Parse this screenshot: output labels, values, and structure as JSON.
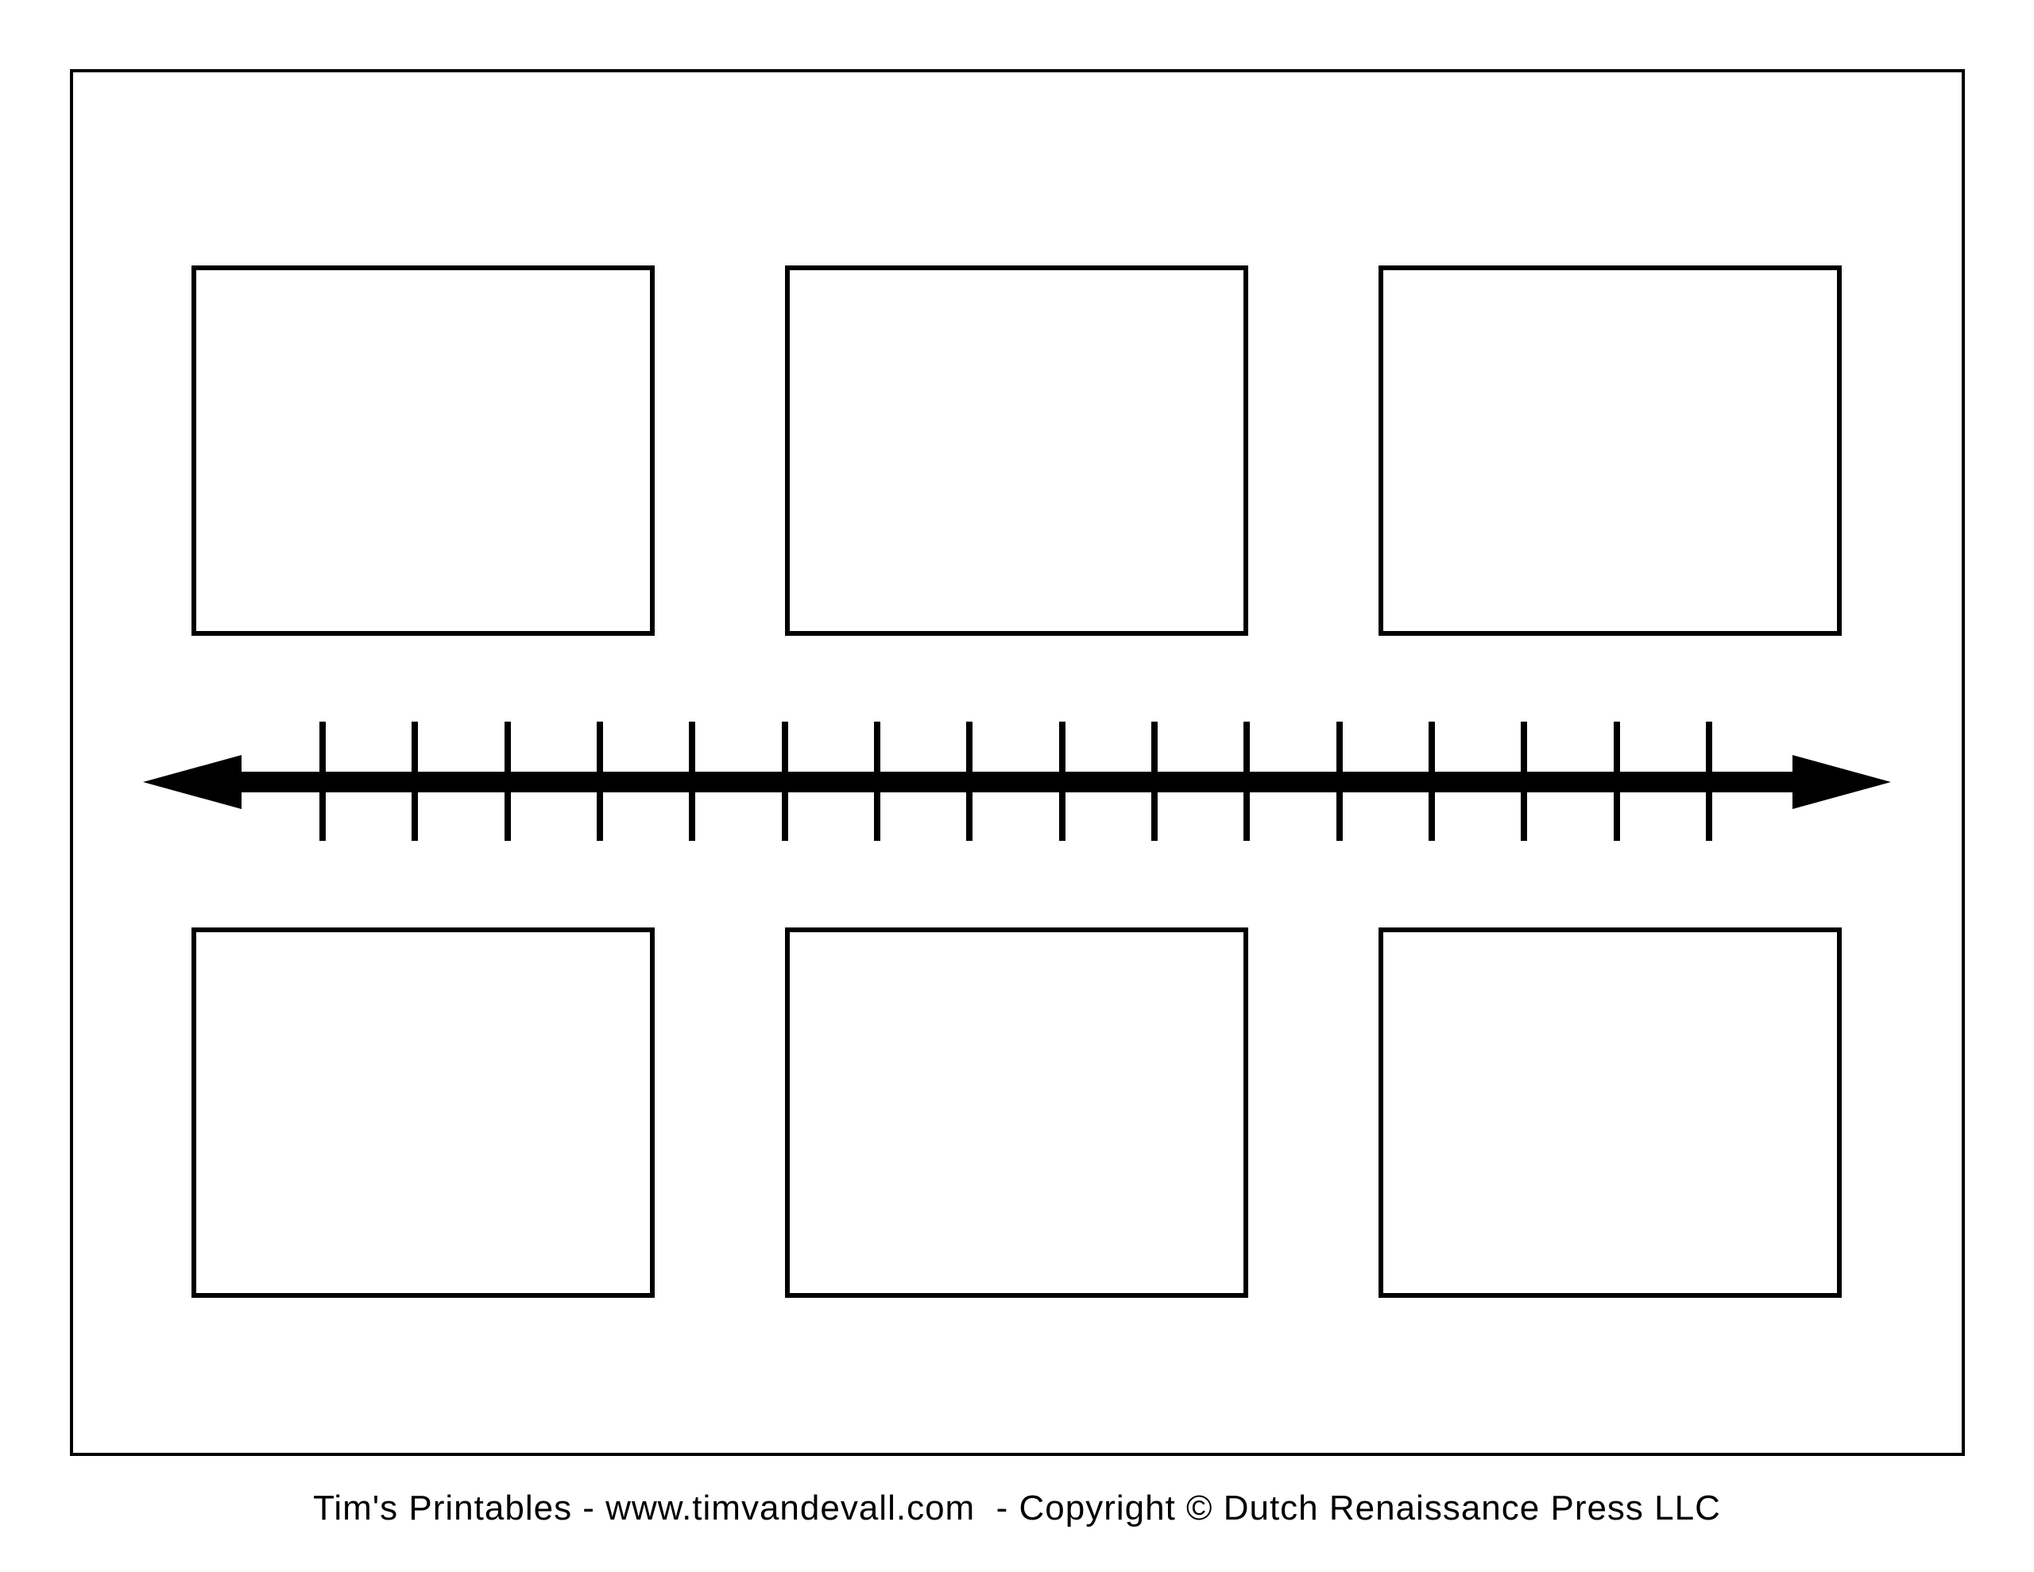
{
  "page": {
    "background_color": "#ffffff",
    "line_color": "#000000"
  },
  "timeline": {
    "tick_count": 16,
    "event_box_rows": 2,
    "event_boxes_per_row": 3,
    "event_box_count": 6
  },
  "footer": {
    "credit": "Tim's Printables - www.timvandevall.com  - Copyright © Dutch Renaissance Press LLC"
  }
}
